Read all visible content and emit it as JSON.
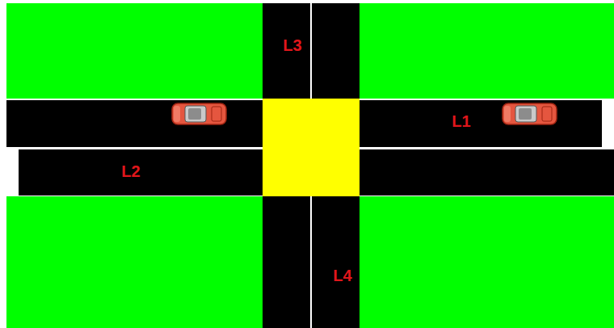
{
  "diagram": {
    "labels": [
      "L3",
      "L1",
      "L2",
      "L4"
    ]
  }
}
